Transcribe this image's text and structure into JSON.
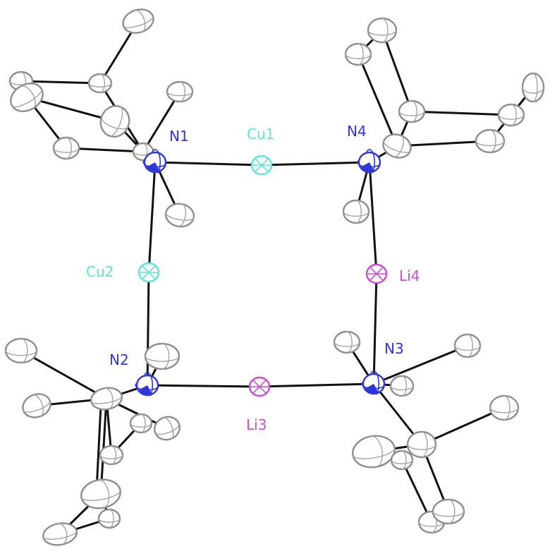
{
  "colors": {
    "N": "#2f37d8",
    "Cu": "#5fe3d6",
    "Li": "#c64fd2",
    "C": "#8e8e8e",
    "bond": "#111111"
  },
  "labels": {
    "N1": "N1",
    "N2": "N2",
    "N3": "N3",
    "N4": "N4",
    "Cu1": "Cu1",
    "Cu2": "Cu2",
    "Li3": "Li3",
    "Li4": "Li4"
  }
}
